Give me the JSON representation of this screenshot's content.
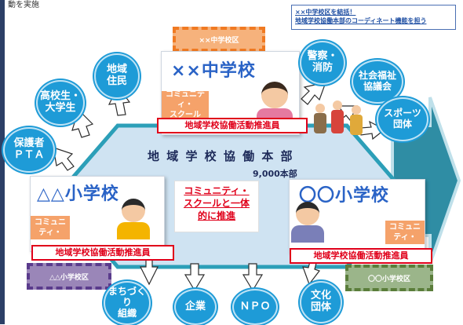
{
  "header": {
    "top_note": "動を実施"
  },
  "callout": {
    "line1": "××中学校区を結括！",
    "line2": "地域学校協働本部のコーディネート機能を担う"
  },
  "hq": {
    "title": "地 域 学 校 協 働 本 部",
    "count": "9,000本部"
  },
  "center_text": "コミュニティ・\nスクールと一体\n的に推進",
  "schools": {
    "middle": {
      "name": "××中学校",
      "cs": "コミュニティ・\nスクール",
      "promoter": "地域学校協働活動推進員",
      "district": "××中学校区"
    },
    "left": {
      "name": "△△小学校",
      "cs": "コミュニ\nティ・",
      "promoter": "地域学校協働活動推進員",
      "district": "△△小学校区"
    },
    "right": {
      "name": "〇〇小学校",
      "cs": "コミュニ\nティ・",
      "promoter": "地域学校協働活動推進員",
      "district": "〇〇小学校区"
    }
  },
  "stakeholders": {
    "chiiki": "地域\n住民",
    "koukousei": "高校生・\n大学生",
    "hogosha": "保護者\nＰＴＡ",
    "keisatsu": "警察・\n消防",
    "shakai": "社会福祉\n協議会",
    "sports": "スポーツ\n団体",
    "machi": "まちづくり\n組織",
    "kigyo": "企業",
    "npo": "ＮＰＯ",
    "bunka": "文化\n団体"
  },
  "colors": {
    "bubble": "#1e9bd7",
    "hq_fill": "#cfe3f2",
    "hq_border": "#2c9fb8",
    "orange_district": "#f07a22",
    "purple_district": "#5a3b8c",
    "green_district": "#5a7d3a",
    "arrow": "#2c7f95",
    "promo_red": "#e0001a"
  }
}
